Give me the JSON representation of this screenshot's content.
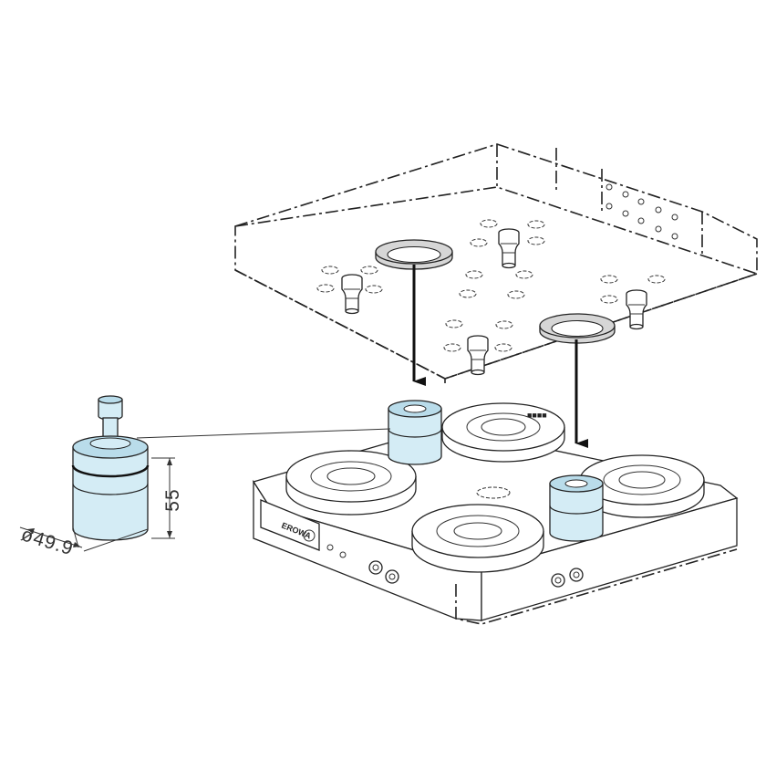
{
  "diagram": {
    "dimensions": {
      "height_label": "55",
      "diameter_label": "ø49.9"
    },
    "base_brand_label": "EROWA",
    "colors": {
      "accent_blue": "#d4ecf5",
      "accent_blue_shade": "#b9dcea",
      "ring_grey": "#d6d6d6",
      "outline": "#222222",
      "arrow": "#111111"
    }
  }
}
